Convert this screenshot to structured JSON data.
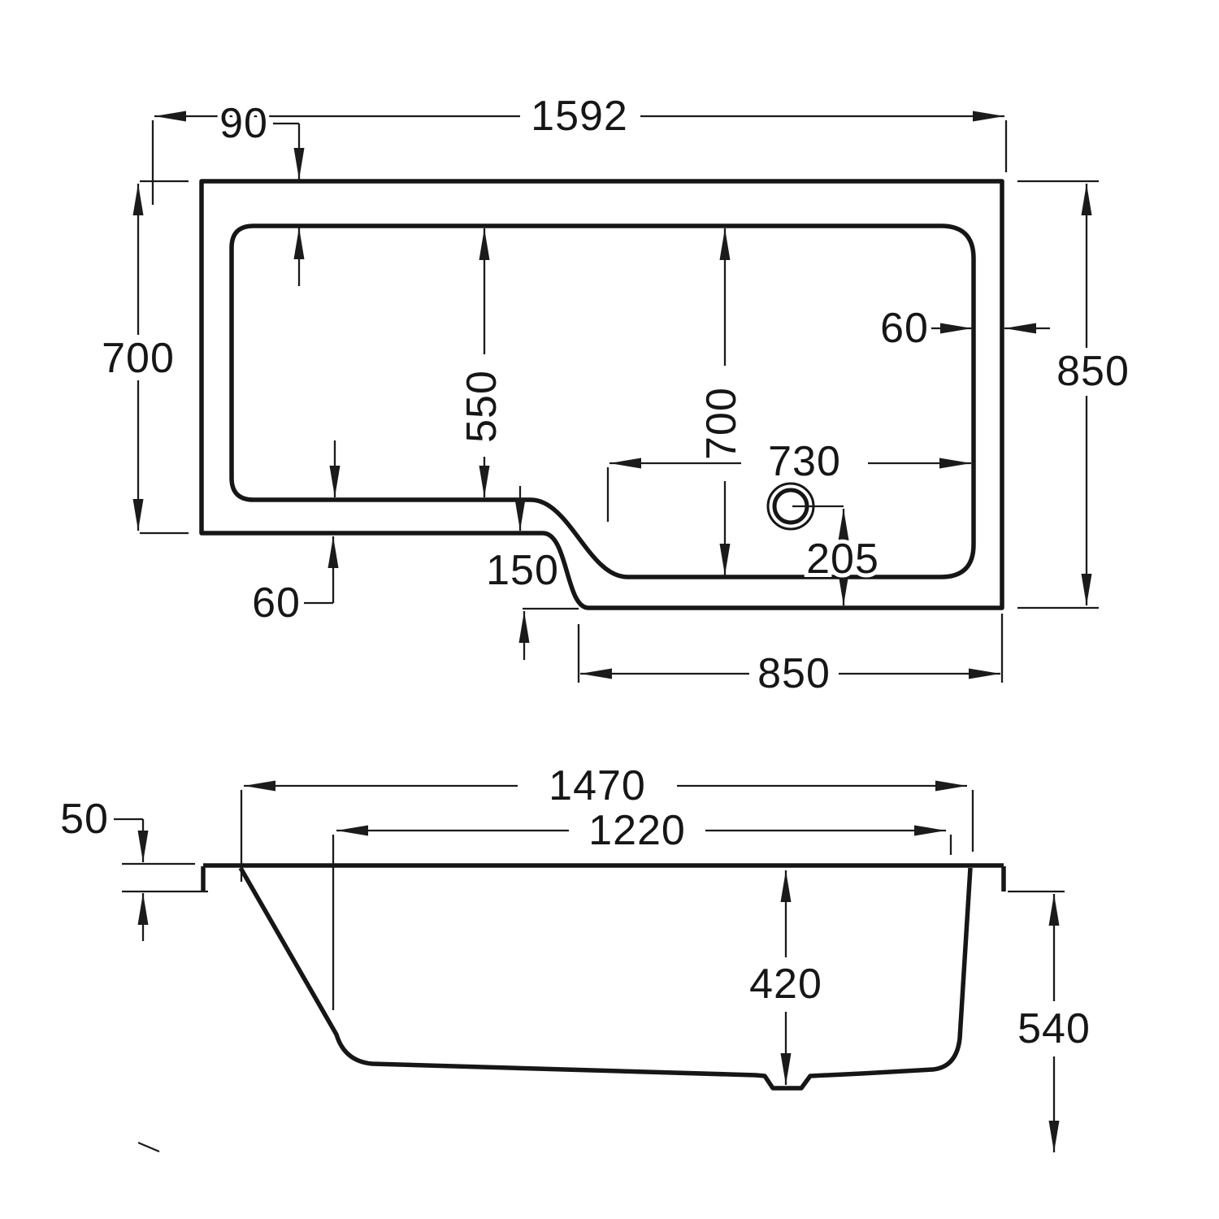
{
  "colors": {
    "line": "#161616",
    "background": "#ffffff"
  },
  "top_view": {
    "dims": {
      "overall_length": "1592",
      "top_wall": "90",
      "bath_end_width": "700",
      "bath_inner_width": "550",
      "shower_inner_width": "700",
      "side_wall": "60",
      "shower_end_width": "850",
      "drain_offset_x": "730",
      "drain_offset_y": "205",
      "step_depth": "150",
      "bottom_wall": "60",
      "shower_end_length": "850"
    }
  },
  "side_view": {
    "dims": {
      "rim_length": "1470",
      "inner_length": "1220",
      "rim_drop": "50",
      "inner_depth": "420",
      "overall_height": "540"
    }
  }
}
